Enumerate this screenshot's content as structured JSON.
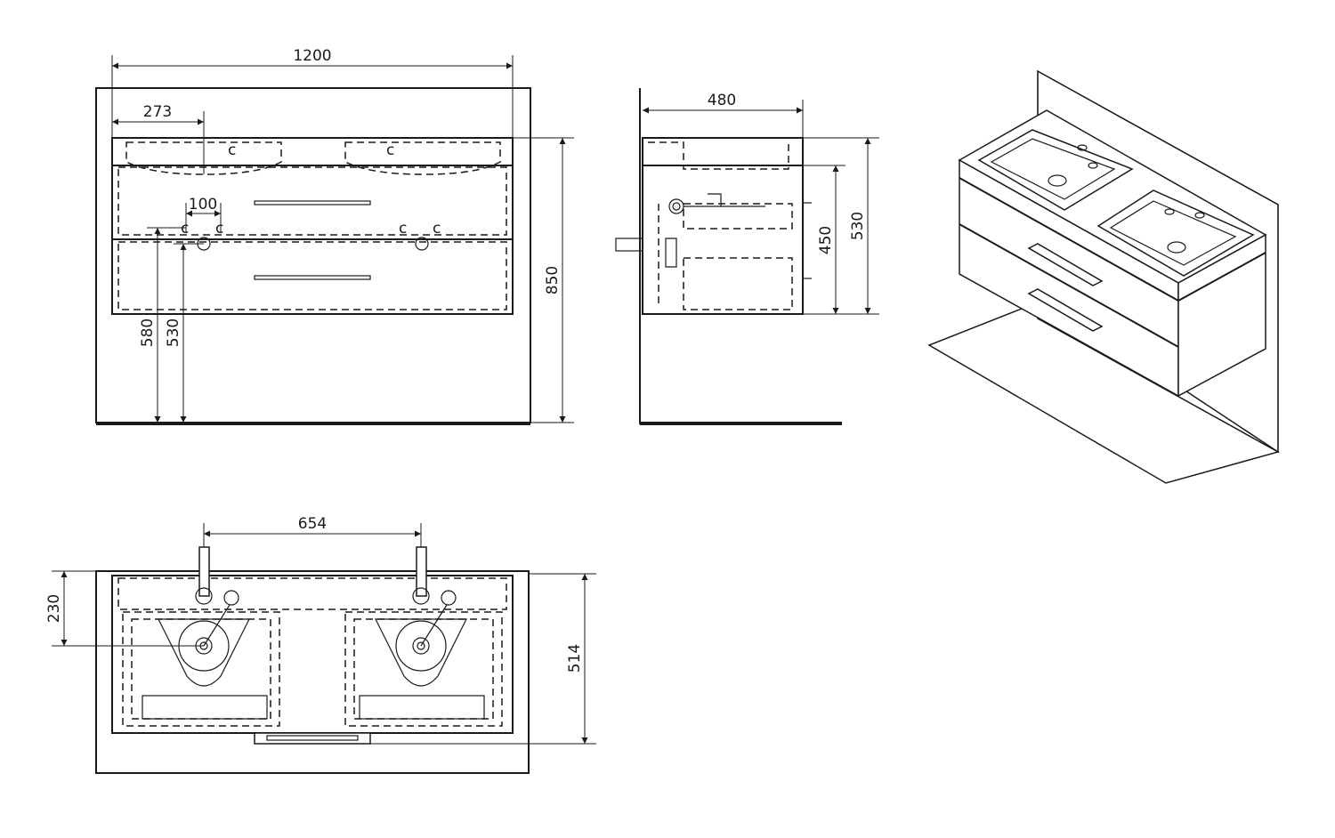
{
  "front_view": {
    "width_label": "1200",
    "basin_offset_label": "273",
    "tap_spacing_label": "100",
    "height_label": "850",
    "drain_580_label": "580",
    "drain_530_label": "530"
  },
  "side_view": {
    "depth_label": "480",
    "drawer_height_label": "450",
    "cabinet_height_label": "530"
  },
  "top_view": {
    "basin_spacing_label": "654",
    "drain_depth_label": "230",
    "total_depth_label": "514"
  }
}
